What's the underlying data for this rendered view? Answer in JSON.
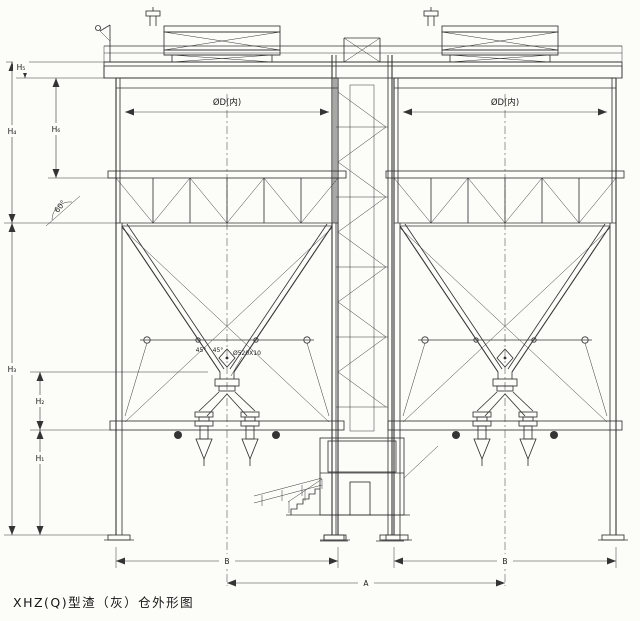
{
  "page": {
    "background": "#fcfcf9",
    "line_color": "#343434"
  },
  "caption": "XHZ(Q)型渣（灰）仓外形图",
  "labels": {
    "dia_left": "ØD(内)",
    "dia_right": "ØD(内)",
    "h1": "H₁",
    "h2": "H₂",
    "h3": "H₃",
    "h4": "H₄",
    "h5": "H₅",
    "h6": "H₆",
    "angle_hopper": "60°",
    "angle_outlet_left": "45°",
    "angle_outlet_right": "45°",
    "outlet_pipe_spec": "Ø520X10",
    "dim_b_left": "B",
    "dim_b_right": "B",
    "dim_a": "A"
  }
}
